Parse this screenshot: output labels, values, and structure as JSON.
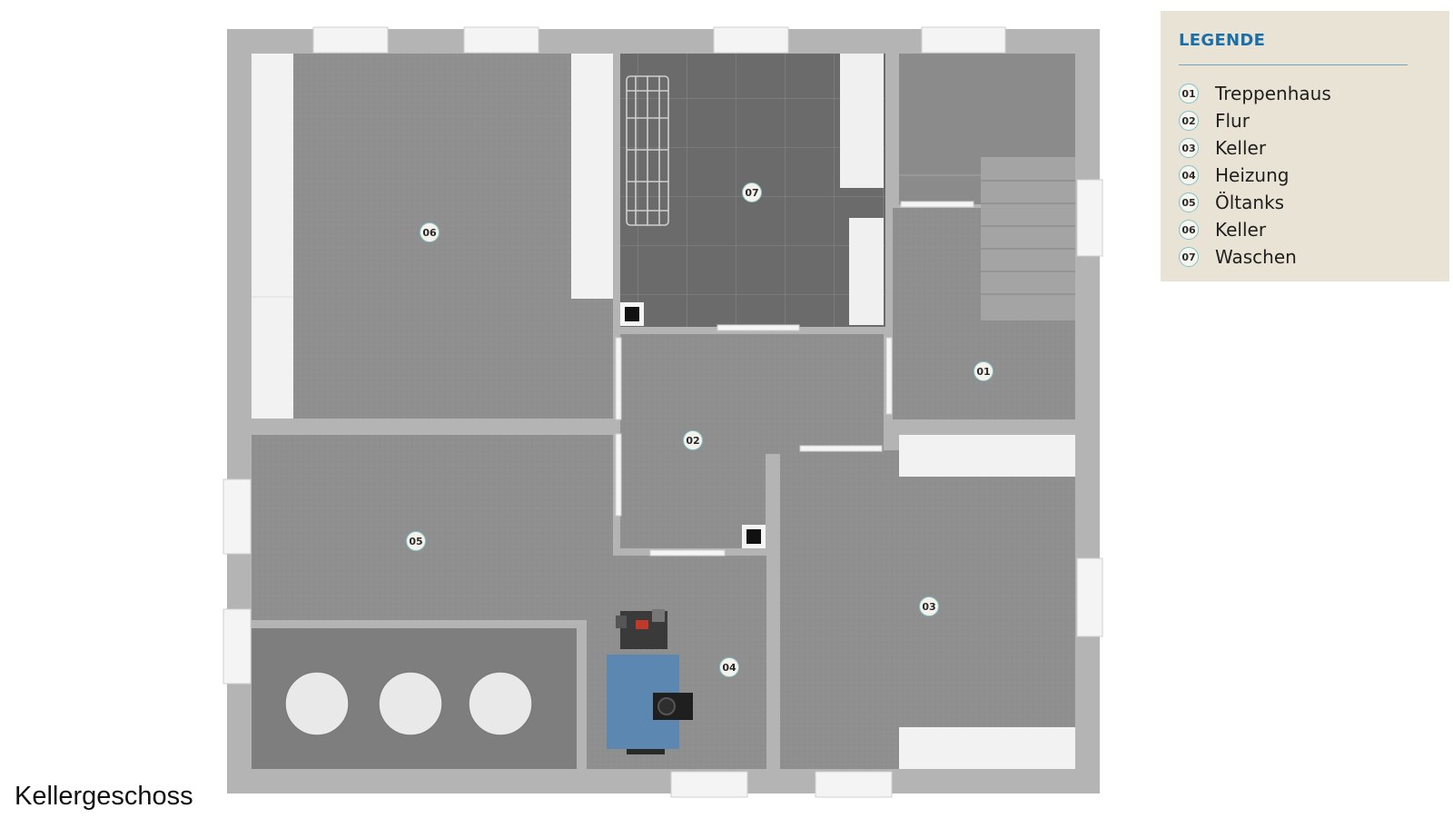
{
  "legend": {
    "title": "LEGENDE",
    "items": [
      {
        "num": "01",
        "label": "Treppenhaus"
      },
      {
        "num": "02",
        "label": "Flur"
      },
      {
        "num": "03",
        "label": "Keller"
      },
      {
        "num": "04",
        "label": "Heizung"
      },
      {
        "num": "05",
        "label": "Öltanks"
      },
      {
        "num": "06",
        "label": "Keller"
      },
      {
        "num": "07",
        "label": "Waschen"
      }
    ]
  },
  "plan": {
    "caption": "Kellergeschoss",
    "room_markers": [
      "01",
      "02",
      "03",
      "04",
      "05",
      "06",
      "07"
    ]
  },
  "colors": {
    "wall": "#b4b4b4",
    "floor": "#8f8f8f",
    "tile": "#6b6b6b",
    "boiler": "#5b87b0",
    "legend_bg": "#e9e3d5",
    "legend_title": "#1b6fa8",
    "badge_ring": "#7fc3c9"
  },
  "icons": [
    "staircase-icon",
    "washing-machine-icon",
    "boiler-icon",
    "oil-tank-icon",
    "window-icon",
    "door-icon"
  ]
}
